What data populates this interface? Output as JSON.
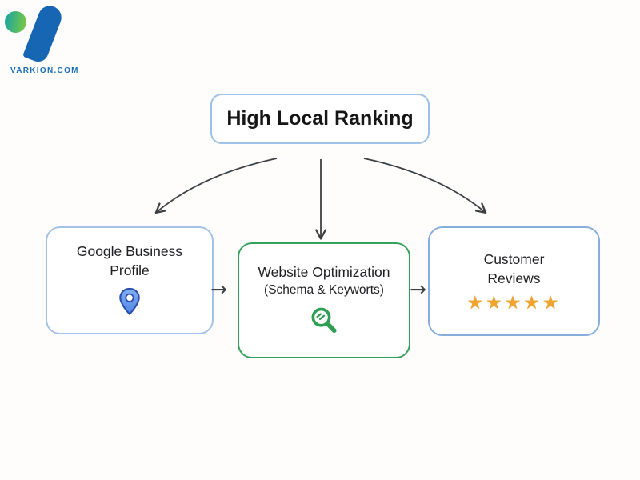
{
  "logo": {
    "text": "VARKION.COM"
  },
  "title": {
    "label": "High Local Ranking"
  },
  "nodes": {
    "left": {
      "label": "Google Business Profile",
      "icon": "location-pin-icon"
    },
    "middle": {
      "label": "Website Optimization",
      "sublabel": "(Schema & Keyworts)",
      "icon": "magnifier-icon"
    },
    "right": {
      "label": "Customer Reviews",
      "icon": "star-rating",
      "rating": "★★★★★"
    }
  },
  "icons": {
    "arrow_right": "→"
  },
  "colors": {
    "box_border_blue": "#9ec1e8",
    "box_border_green": "#35a05c",
    "pin_fill": "#6d9eeb",
    "pin_stroke": "#2b4fad",
    "magnifier_green": "#2e9e53",
    "star_gold": "#f0a32f",
    "connector_arrow": "#3c4043",
    "logo_blue": "#1766b4",
    "logo_gradient_from": "#1fa79b",
    "logo_gradient_to": "#76c748",
    "logo_text_blue": "#1a6fba"
  }
}
